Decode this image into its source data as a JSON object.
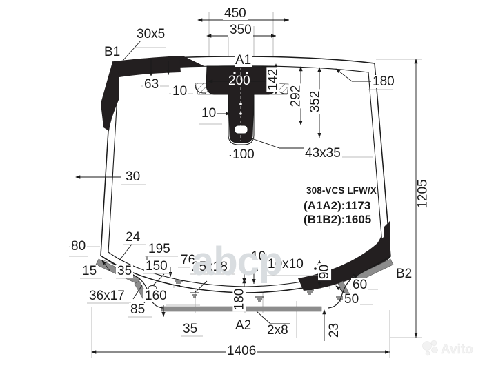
{
  "document": {
    "type": "technical-drawing",
    "subject": "windshield-glass-dimension-drawing",
    "part_number": "308-VCS LFW/X",
    "chord_a1a2": "(A1A2):1173",
    "chord_b1b2": "(B1B2):1605"
  },
  "reference_points": {
    "b1": "B1",
    "a1": "A1",
    "b2": "B2",
    "a2": "A2"
  },
  "dimensions": {
    "top_overall": "450",
    "top_inner": "350",
    "bracket_width": "200",
    "bracket_offset_v": "142",
    "bracket_depth_292": "292",
    "bracket_depth_352": "352",
    "bracket_bottom_width": "100",
    "bracket_slot": "43x35",
    "bracket_edge_10": "10",
    "top_band_30x5": "30x5",
    "top_band_63": "63",
    "top_band_10": "10",
    "right_top_180": "180",
    "left_edge_30": "30",
    "left_edge_80": "80",
    "left_edge_24": "24",
    "bottom_195": "195",
    "bottom_76": "76",
    "bottom_10": "10",
    "bottom_10x10": "10x10",
    "left_15": "15",
    "left_35": "35",
    "left_150": "150",
    "left_160": "160",
    "left_36x17": "36x17",
    "left_85": "85",
    "bottom_25x18": "25x18",
    "bottom_180": "180",
    "bottom_35": "35",
    "bottom_2x8": "2x8",
    "bottom_23": "23",
    "right_90": "90",
    "right_60": "60",
    "right_50": "50",
    "overall_height_1205": "1205",
    "overall_width_1406": "1406"
  },
  "watermarks": {
    "center": "abcp",
    "corner": "Avito"
  },
  "colors": {
    "line": "#1a1a1a",
    "black_fill": "#231f20",
    "gray_fill": "#8c8c8c",
    "thin_line": "#999999",
    "watermark": "#d9dde0",
    "background": "#ffffff"
  }
}
